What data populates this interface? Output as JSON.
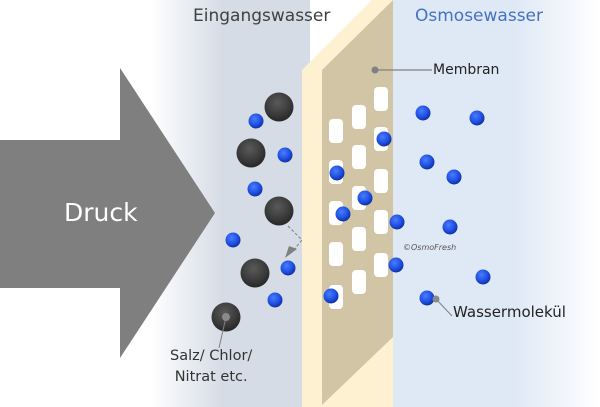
{
  "diagram": {
    "title_feed": "Eingangswasser",
    "title_permeate": "Osmosewasser",
    "label_membrane": "Membran",
    "label_water_molecule": "Wassermolekül",
    "label_contaminants_line1": "Salz/ Chlor/",
    "label_contaminants_line2": "Nitrat etc.",
    "label_pressure": "Druck",
    "copyright": "©OsmoFresh",
    "colors": {
      "feed_bg": "#d6dce6",
      "permeate_bg": "#dfe9f6",
      "membrane_edge": "#fdf1d2",
      "membrane_face": "#d1c5a6",
      "pore": "#ffffff",
      "arrow": "#7f7f7f",
      "water_molecule": "#1f4fe0",
      "contaminant": "#3a3a3a",
      "permeate_title": "#4472c4",
      "leader_line": "#808080"
    }
  }
}
